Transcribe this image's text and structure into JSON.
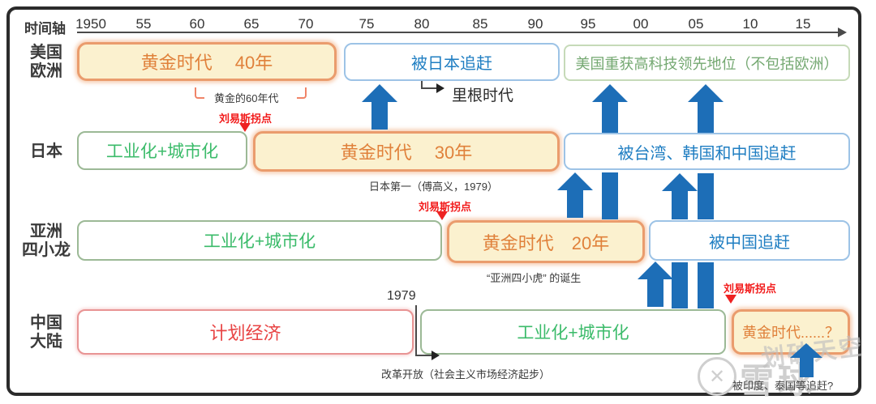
{
  "timeline": {
    "label": "时间轴",
    "years": [
      "1950",
      "55",
      "60",
      "65",
      "70",
      "75",
      "80",
      "85",
      "90",
      "95",
      "00",
      "05",
      "10",
      "15"
    ]
  },
  "rows": [
    {
      "label": [
        "美国",
        "欧洲"
      ],
      "golden": {
        "title": "黄金时代",
        "duration": "40年"
      },
      "chase": "被日本追赶",
      "regain": "美国重获高科技领先地位（不包括欧洲）"
    },
    {
      "label": [
        "日本"
      ],
      "indus": "工业化+城市化",
      "golden": {
        "title": "黄金时代",
        "duration": "30年"
      },
      "chase": "被台湾、韩国和中国追赶"
    },
    {
      "label": [
        "亚洲",
        "四小龙"
      ],
      "indus": "工业化+城市化",
      "golden": {
        "title": "黄金时代",
        "duration": "20年"
      },
      "chase": "被中国追赶"
    },
    {
      "label": [
        "中国",
        "大陆"
      ],
      "plan": "计划经济",
      "indus": "工业化+城市化",
      "golden": {
        "title": "黄金时代......？"
      }
    }
  ],
  "annotations": {
    "golden_sixties": "黄金的60年代",
    "lewis_point": "刘易斯拐点",
    "reagan_era": "里根时代",
    "japan_no1": "日本第一（傅高义，1979）",
    "tigers_birth": "“亚洲四小虎” 的诞生",
    "year_1979": "1979",
    "reform_opening": "改革开放（社会主义市场经济起步）",
    "chased_by_india": "被印度、泰国等追赶?"
  },
  "watermark": {
    "brand": "雪球",
    "signature": "划破天空"
  },
  "colors": {
    "golden_fill": "#FBF1CF",
    "golden_border": "#EA9C6D",
    "golden_text": "#E0813B",
    "chase_text": "#1F7EC2",
    "chase_border": "#9DC3E6",
    "indus_text": "#3BBB6A",
    "indus_border": "#9CB996",
    "regain_text": "#74A871",
    "regain_border": "#C6DAB8",
    "plan_text": "#E84444",
    "plan_border": "#E89494",
    "lewis_red": "#F21B1B",
    "arrow_blue": "#1D6EB7",
    "axis_dark": "#4A4A4A",
    "watermark_gray": "#CFCFCF"
  }
}
